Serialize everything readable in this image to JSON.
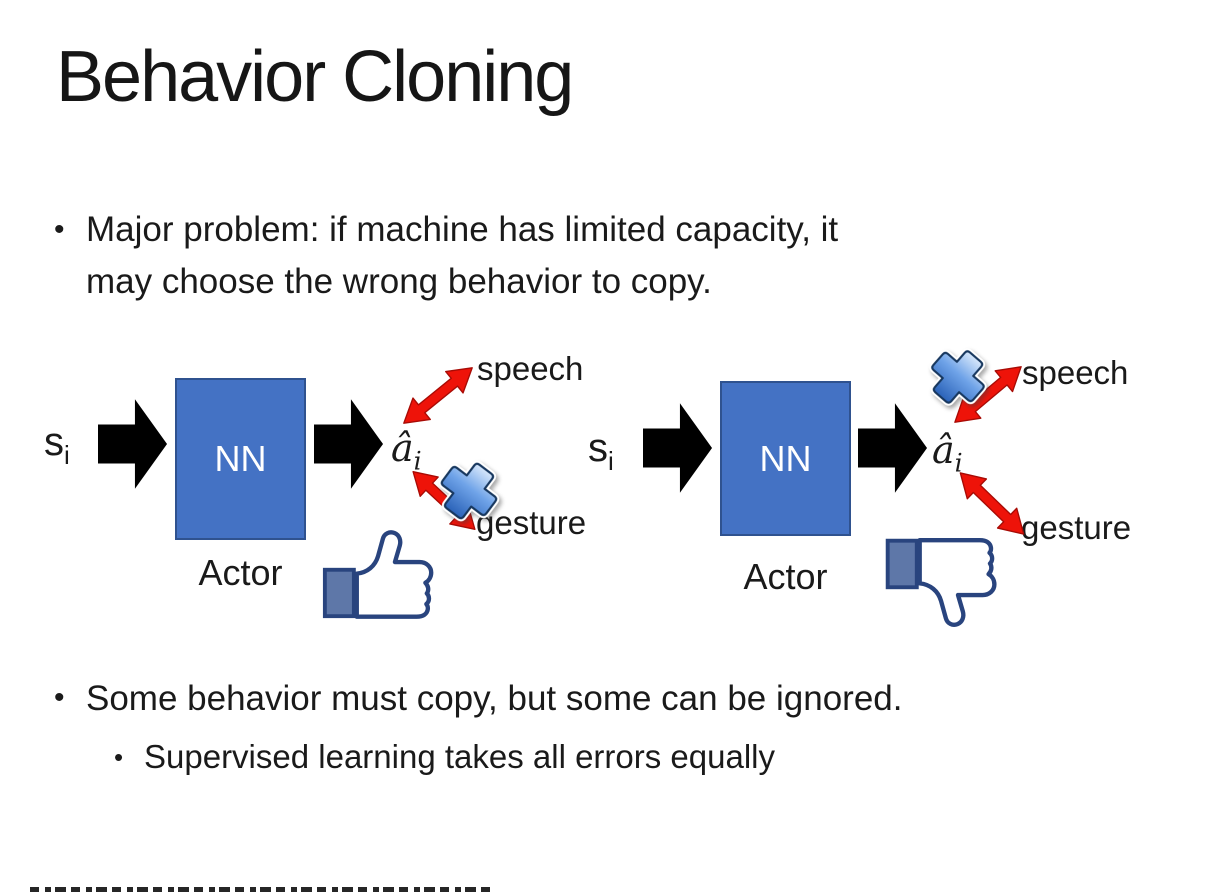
{
  "slide": {
    "title": "Behavior Cloning",
    "bullet_marker": "•",
    "bullets": {
      "problem_line1": "Major problem: if machine has limited capacity, it",
      "problem_line2": "may choose the wrong behavior to copy.",
      "copy_line": "Some behavior must copy, but some can be ignored.",
      "supervised_line": "Supervised learning takes all errors equally"
    }
  },
  "diagram_left": {
    "input_base": "s",
    "input_sub": "i",
    "nn_label": "NN",
    "actor_label": "Actor",
    "output_base": "â",
    "output_sub": "i",
    "speech_label": "speech",
    "gesture_label": "gesture",
    "crossed_out": "gesture",
    "feedback_icon": "thumbs-up"
  },
  "diagram_right": {
    "input_base": "s",
    "input_sub": "i",
    "nn_label": "NN",
    "actor_label": "Actor",
    "output_base": "â",
    "output_sub": "i",
    "speech_label": "speech",
    "gesture_label": "gesture",
    "crossed_out": "speech",
    "feedback_icon": "thumbs-down"
  },
  "colors": {
    "text": "#1a1a1a",
    "nn_fill": "#4472c4",
    "nn_border": "#2f528f",
    "nn_text": "#ffffff",
    "arrow_black": "#000000",
    "arrow_red": "#ee1309",
    "arrow_red_dark": "#a80b05",
    "x_light": "#d8e8fb",
    "x_mid": "#6fa3e8",
    "x_deep": "#2a62b8",
    "x_stroke": "#17375e",
    "thumb_outline": "#29447e",
    "thumb_cuff": "#5e77a8",
    "thumb_fill": "#ffffff",
    "thumb_shade": "#dfe3ea"
  }
}
